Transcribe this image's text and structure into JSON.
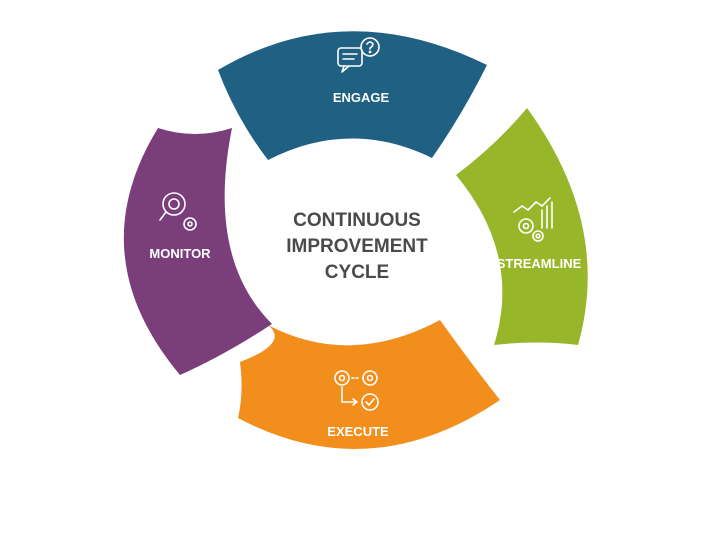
{
  "center": {
    "line1": "CONTINUOUS",
    "line2": "IMPROVEMENT",
    "line3": "CYCLE"
  },
  "segments": [
    {
      "label": "ENGAGE",
      "color": "#1f6083",
      "icon": "chat-question-icon"
    },
    {
      "label": "STREAMLINE",
      "color": "#98b62a",
      "icon": "gears-chart-icon"
    },
    {
      "label": "EXECUTE",
      "color": "#f28e1c",
      "icon": "gears-flow-icon"
    },
    {
      "label": "MONITOR",
      "color": "#7a3f7a",
      "icon": "magnifier-gear-icon"
    }
  ]
}
